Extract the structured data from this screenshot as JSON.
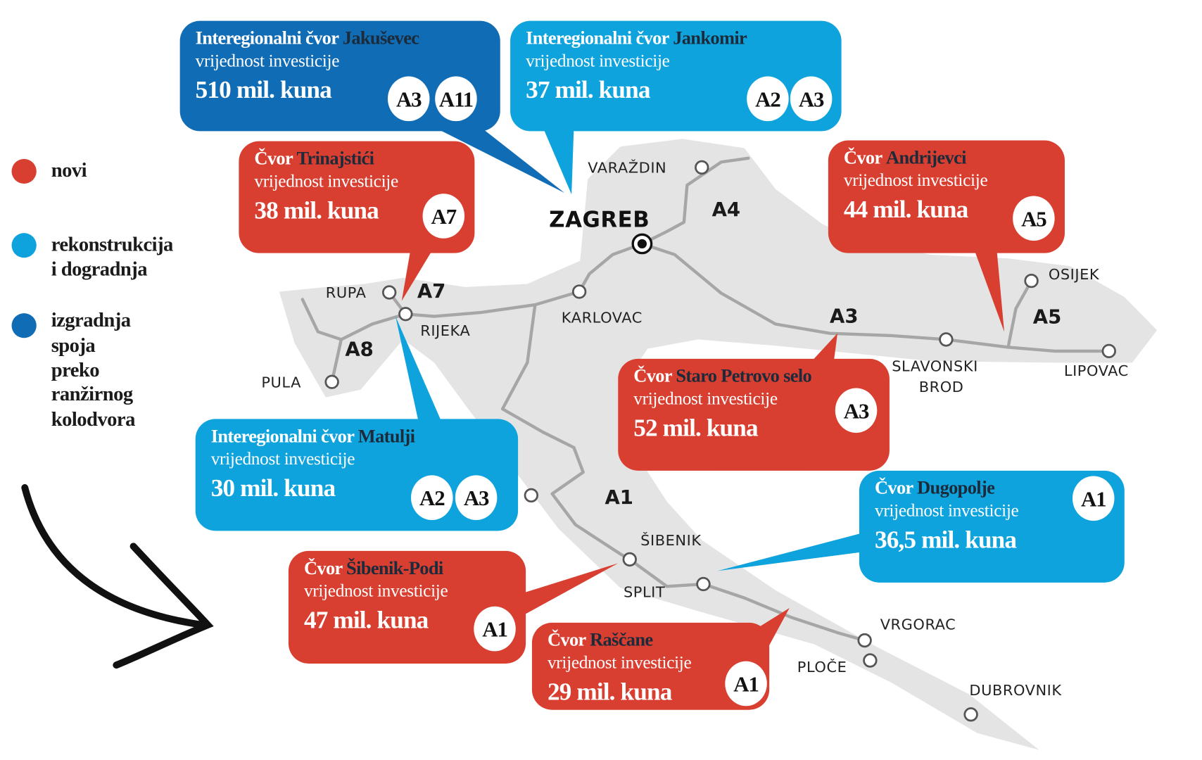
{
  "colors": {
    "new": "#d93f31",
    "reconstruction": "#0ea3dd",
    "connection": "#0f6cb5",
    "name_text": "#1c2a3a",
    "map_land": "#e4e4e4",
    "road": "#a6a6a6"
  },
  "legend": [
    {
      "lines": [
        "novi"
      ],
      "color": "#d93f31"
    },
    {
      "lines": [
        "rekonstrukcija",
        "i dogradnja"
      ],
      "color": "#0ea3dd"
    },
    {
      "lines": [
        "izgradnja",
        "spoja",
        "preko",
        "ranžirnog",
        "kolodvora"
      ],
      "color": "#0f6cb5"
    }
  ],
  "callouts": [
    {
      "prefix": "Interegionalni čvor",
      "name": "Jakuševec",
      "sub": "vrijednost investicije",
      "value": "510 mil. kuna",
      "roads": [
        "A3",
        "A11"
      ]
    },
    {
      "prefix": "Interegionalni čvor",
      "name": "Jankomir",
      "sub": "vrijednost investicije",
      "value": "37 mil. kuna",
      "roads": [
        "A2",
        "A3"
      ]
    },
    {
      "prefix": "Čvor",
      "name": "Trinajstići",
      "sub": "vrijednost investicije",
      "value": "38 mil. kuna",
      "roads": [
        "A7"
      ]
    },
    {
      "prefix": "Čvor",
      "name": "Andrijevci",
      "sub": "vrijednost investicije",
      "value": "44 mil. kuna",
      "roads": [
        "A5"
      ]
    },
    {
      "prefix": "Čvor",
      "name": "Staro Petrovo selo",
      "sub": "vrijednost investicije",
      "value": "52 mil. kuna",
      "roads": [
        "A3"
      ]
    },
    {
      "prefix": "Interegionalni čvor",
      "name": "Matulji",
      "sub": "vrijednost investicije",
      "value": "30 mil. kuna",
      "roads": [
        "A2",
        "A3"
      ]
    },
    {
      "prefix": "Čvor",
      "name": "Dugopolje",
      "sub": "vrijednost investicije",
      "value": "36,5 mil. kuna",
      "roads": [
        "A1"
      ]
    },
    {
      "prefix": "Čvor",
      "name": "Šibenik-Podi",
      "sub": "vrijednost investicije",
      "value": "47 mil. kuna",
      "roads": [
        "A1"
      ]
    },
    {
      "prefix": "Čvor",
      "name": "Raščane",
      "sub": "vrijednost investicije",
      "value": "29 mil. kuna",
      "roads": [
        "A1"
      ]
    }
  ],
  "cities": {
    "varazdin": "VARAŽDIN",
    "zagreb": "ZAGREB",
    "rupa": "RUPA",
    "rijeka": "RIJEKA",
    "karlovac": "KARLOVAC",
    "pula": "PULA",
    "osijek": "OSIJEK",
    "slavonski_brod_1": "SLAVONSKI",
    "slavonski_brod_2": "BROD",
    "lipovac": "LIPOVAC",
    "sibenik": "ŠIBENIK",
    "split": "SPLIT",
    "vrgorac": "VRGORAC",
    "ploce": "PLOČE",
    "dubrovnik": "DUBROVNIK"
  },
  "road_labels": {
    "a7": "A7",
    "a4": "A4",
    "a3": "A3",
    "a5": "A5",
    "a8": "A8",
    "a1": "A1"
  }
}
